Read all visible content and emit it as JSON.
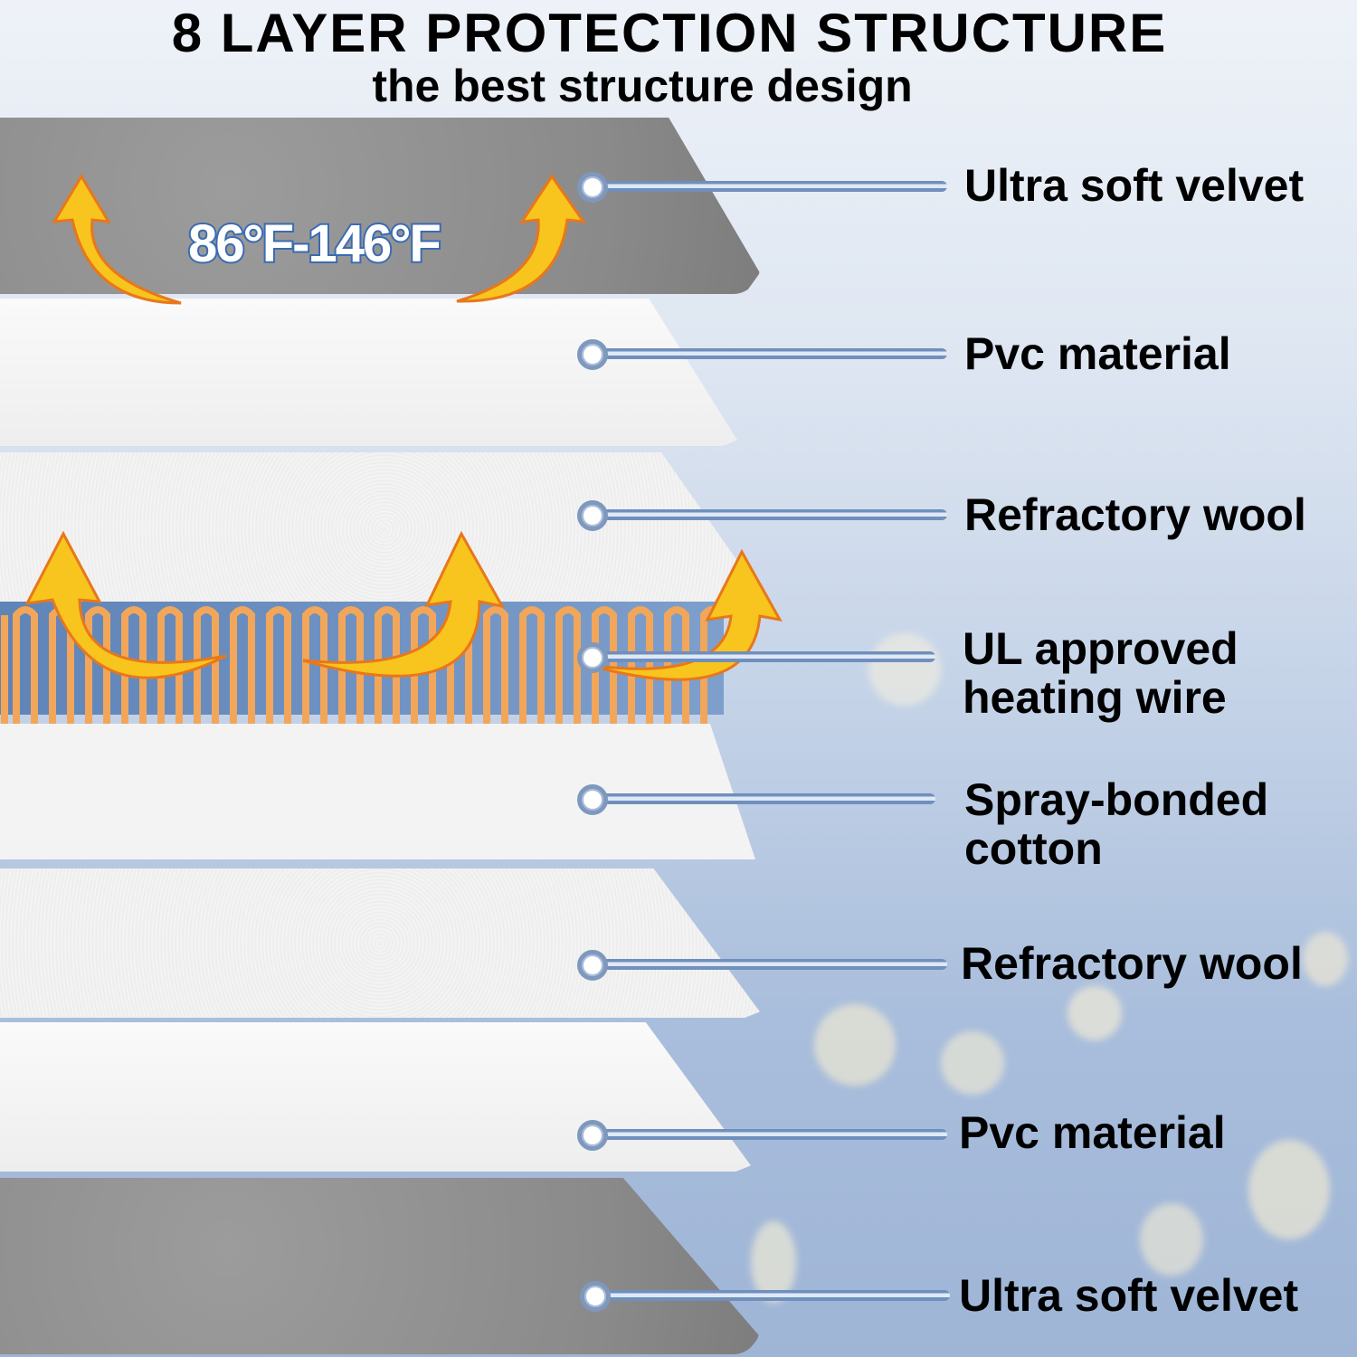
{
  "header": {
    "title": "8 LAYER PROTECTION STRUCTURE",
    "subtitle": "the best structure design"
  },
  "temperature_badge": "86°F-146°F",
  "layers": [
    {
      "label": "Ultra soft velvet"
    },
    {
      "label": "Pvc material"
    },
    {
      "label": "Refractory wool"
    },
    {
      "label": "UL approved heating wire"
    },
    {
      "label": "Spray-bonded cotton"
    },
    {
      "label": "Refractory wool"
    },
    {
      "label": "Pvc material"
    },
    {
      "label": "Ultra soft velvet"
    }
  ],
  "colors": {
    "accent_line": "#6f8fbd",
    "velvet": "#8f8f8f",
    "wire": "#f2a65a",
    "flame": "#f7c51e"
  }
}
